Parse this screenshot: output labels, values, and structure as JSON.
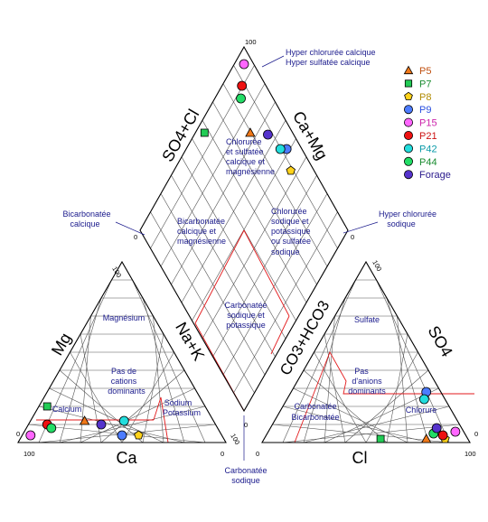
{
  "chart_data": {
    "type": "scatter",
    "subtype": "piper-diagram",
    "axes": {
      "mg": "Mg",
      "ca": "Ca",
      "nak": "Na+K",
      "hco3": "CO3+HCO3",
      "cl": "Cl",
      "so4": "SO4",
      "so4cl": "SO4+Cl",
      "camg": "Ca+Mg"
    },
    "ticks": {
      "zero": "0",
      "hundred": "100"
    },
    "zones": {
      "hyper_chl": "Hyper chlorurée calcique",
      "hyper_sulf": "Hyper sulfatée calcique",
      "chl_sulf_1": "Chlorurée",
      "chl_sulf_2": "et sulfatée",
      "chl_sulf_3": "calcique et",
      "chl_sulf_4": "magnésienne",
      "bic_ext_1": "Bicarbonatée",
      "bic_ext_2": "calcique",
      "bic_mag_1": "Bicarbonatée",
      "bic_mag_2": "calcique et",
      "bic_mag_3": "magnésienne",
      "chl_sod_1": "Chlorurée",
      "chl_sod_2": "sodique et",
      "chl_sod_3": "potassique",
      "chl_sod_4": "ou sulfatée",
      "chl_sod_5": "sodique",
      "hyp_sod_1": "Hyper chlorurée",
      "hyp_sod_2": "sodique",
      "carb_1": "Carbonatée",
      "carb_2": "sodique et",
      "carb_3": "potassique",
      "carb_sod_1": "Carbonatée",
      "carb_sod_2": "sodique",
      "magnesium": "Magnésium",
      "pas_cat_1": "Pas de",
      "pas_cat_2": "cations",
      "pas_cat_3": "dominants",
      "calcium": "Calcium",
      "sod_pot_1": "Sodium",
      "sod_pot_2": "Potassium",
      "sulfate": "Sulfate",
      "pas_an_1": "Pas",
      "pas_an_2": "d'anions",
      "pas_an_3": "dominants",
      "carb_bic_1": "Carbonatée",
      "carb_bic_2": "Bicarbonatée",
      "chlorure": "Chlorure"
    },
    "series": [
      {
        "name": "P5",
        "marker": "triangle",
        "color": "#f07818",
        "label_color": "#c05010",
        "mg": 12,
        "ca": 62,
        "cl": 78,
        "so4": 2
      },
      {
        "name": "P7",
        "marker": "square",
        "color": "#22cc55",
        "label_color": "#1a8c30",
        "mg": 20,
        "ca": 76,
        "cl": 56,
        "so4": 2
      },
      {
        "name": "P8",
        "marker": "pentagon",
        "color": "#ffd21a",
        "label_color": "#b08a00",
        "mg": 4,
        "ca": 40,
        "cl": 87,
        "so4": 2
      },
      {
        "name": "P9",
        "marker": "circle",
        "color": "#4d7cff",
        "label_color": "#2a50e0",
        "mg": 4,
        "ca": 48,
        "cl": 65,
        "so4": 28
      },
      {
        "name": "P15",
        "marker": "circle",
        "color": "#ff66ff",
        "label_color": "#cc22aa",
        "mg": 4,
        "ca": 92,
        "cl": 90,
        "so4": 6
      },
      {
        "name": "P21",
        "marker": "circle",
        "color": "#ee1111",
        "label_color": "#cc1111",
        "mg": 10,
        "ca": 81,
        "cl": 85,
        "so4": 4
      },
      {
        "name": "P42",
        "marker": "circle",
        "color": "#22dddd",
        "label_color": "#0a9aa8",
        "mg": 12,
        "ca": 43,
        "cl": 66,
        "so4": 24
      },
      {
        "name": "P44",
        "marker": "circle",
        "color": "#22dd66",
        "label_color": "#1a8c30",
        "mg": 8,
        "ca": 80,
        "cl": 80,
        "so4": 5
      },
      {
        "name": "Forage",
        "marker": "circle",
        "color": "#5533cc",
        "label_color": "#2a1a8c",
        "mg": 10,
        "ca": 55,
        "cl": 80,
        "so4": 8
      }
    ],
    "legend_position": "top-right",
    "grid": true
  }
}
